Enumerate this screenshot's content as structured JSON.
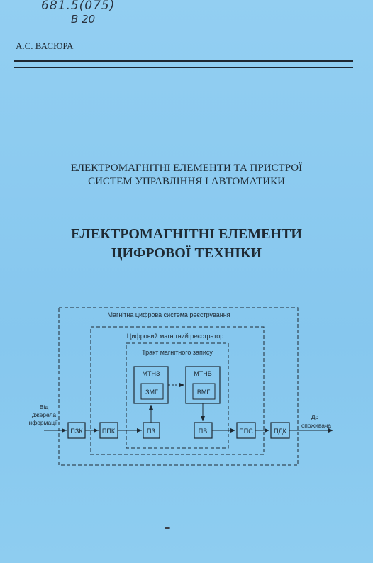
{
  "handwritten": {
    "call_number": "681.5(075)",
    "shelf_mark": "В 20"
  },
  "author": "А.С. ВАСЮРА",
  "series_line1": "ЕЛЕКТРОМАГНІТНІ ЕЛЕМЕНТИ ТА ПРИСТРОЇ",
  "series_line2": "СИСТЕМ УПРАВЛІННЯ І АВТОМАТИКИ",
  "title_line1": "ЕЛЕКТРОМАГНІТНІ ЕЛЕМЕНТИ",
  "title_line2": "ЦИФРОВОЇ ТЕХНІКИ",
  "diagram": {
    "outer_label": "Магнітна цифрова система реєстрування",
    "middle_label": "Цифровий магнітний реєстратор",
    "inner_label": "Тракт магнітного запису",
    "input_line1": "Від",
    "input_line2": "джерела",
    "input_line3": "інформації",
    "output_line1": "До",
    "output_line2": "споживача",
    "blocks": {
      "pzk": "ПЗК",
      "ppk": "ППК",
      "pz": "ПЗ",
      "mtnz": "МТНЗ",
      "zmg": "ЗМГ",
      "mtnv": "МТНВ",
      "vmg": "ВМГ",
      "pv": "ПВ",
      "pps": "ППС",
      "pdk": "ПДК"
    }
  }
}
